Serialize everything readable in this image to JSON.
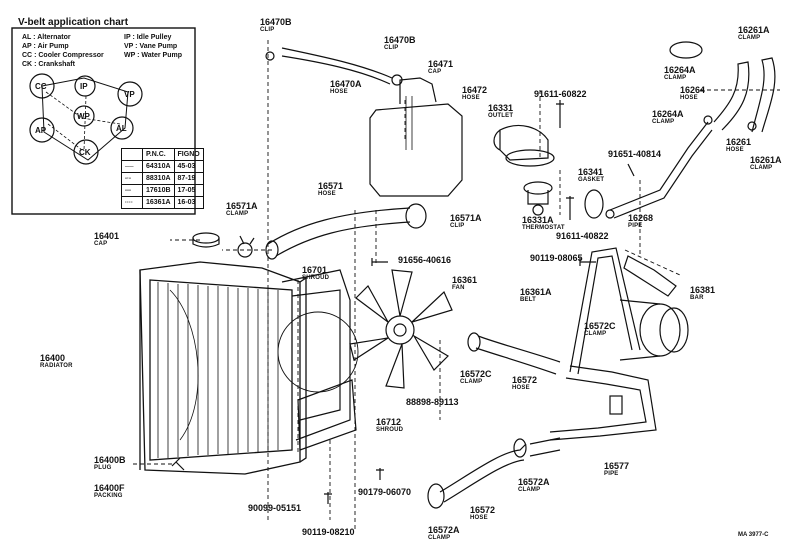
{
  "vbelt_chart": {
    "title": "V-belt application chart",
    "legend": [
      {
        "code": "AL",
        "text": "Alternator"
      },
      {
        "code": "AP",
        "text": "Air Pump"
      },
      {
        "code": "CC",
        "text": "Cooler Compressor"
      },
      {
        "code": "CK",
        "text": "Crankshaft"
      },
      {
        "code": "IP",
        "text": "Idle Pulley"
      },
      {
        "code": "VP",
        "text": "Vane Pump"
      },
      {
        "code": "WP",
        "text": "Water Pump"
      }
    ],
    "pulleys": [
      "CC",
      "IP",
      "VP",
      "AP",
      "WP",
      "AL",
      "CK"
    ],
    "table": {
      "headers": [
        "P.N.C.",
        "FIGNO"
      ],
      "rows": [
        {
          "pattern": "──",
          "pnc": "64310A",
          "fig": "45-03"
        },
        {
          "pattern": "-·-",
          "pnc": "88310A",
          "fig": "87-19"
        },
        {
          "pattern": "---",
          "pnc": "17610B",
          "fig": "17-05"
        },
        {
          "pattern": "····",
          "pnc": "16361A",
          "fig": "16-03"
        }
      ]
    }
  },
  "labels": {
    "l16470b_a": {
      "pn": "16470B",
      "name": "CLIP"
    },
    "l16470b_b": {
      "pn": "16470B",
      "name": "CLIP"
    },
    "l16470a": {
      "pn": "16470A",
      "name": "HOSE"
    },
    "l16471": {
      "pn": "16471",
      "name": "CAP"
    },
    "l16472": {
      "pn": "16472",
      "name": "HOSE"
    },
    "l91611_60822": {
      "pn": "91611-60822",
      "name": ""
    },
    "l16331": {
      "pn": "16331",
      "name": "OUTLET"
    },
    "l16341": {
      "pn": "16341",
      "name": "GASKET"
    },
    "l16331a": {
      "pn": "16331A",
      "name": "THERMOSTAT"
    },
    "l91611_40822": {
      "pn": "91611-40822",
      "name": ""
    },
    "l16261a_top": {
      "pn": "16261A",
      "name": "CLAMP"
    },
    "l16264a_top": {
      "pn": "16264A",
      "name": "CLAMP"
    },
    "l16264": {
      "pn": "16264",
      "name": "HOSE"
    },
    "l16264a_low": {
      "pn": "16264A",
      "name": "CLAMP"
    },
    "l16261": {
      "pn": "16261",
      "name": "HOSE"
    },
    "l16261a_low": {
      "pn": "16261A",
      "name": "CLAMP"
    },
    "l91651_40814": {
      "pn": "91651-40814",
      "name": ""
    },
    "l16268": {
      "pn": "16268",
      "name": "PIPE"
    },
    "l16571": {
      "pn": "16571",
      "name": "HOSE"
    },
    "l16571a_left": {
      "pn": "16571A",
      "name": "CLAMP"
    },
    "l16571a_right": {
      "pn": "16571A",
      "name": "CLIP"
    },
    "l16401": {
      "pn": "16401",
      "name": "CAP"
    },
    "l16701": {
      "pn": "16701",
      "name": "SHROUD"
    },
    "l91656": {
      "pn": "91656-40616",
      "name": ""
    },
    "l16361": {
      "pn": "16361",
      "name": "FAN"
    },
    "l90119_08065": {
      "pn": "90119-08065",
      "name": ""
    },
    "l16361a": {
      "pn": "16361A",
      "name": "BELT"
    },
    "l16381": {
      "pn": "16381",
      "name": "BAR"
    },
    "l16400": {
      "pn": "16400",
      "name": "RADIATOR"
    },
    "l16572c_top": {
      "pn": "16572C",
      "name": "CLAMP"
    },
    "l16572c_left": {
      "pn": "16572C",
      "name": "CLAMP"
    },
    "l16572_mid": {
      "pn": "16572",
      "name": "HOSE"
    },
    "l88898": {
      "pn": "88898-89113",
      "name": ""
    },
    "l16712": {
      "pn": "16712",
      "name": "SHROUD"
    },
    "l16400b": {
      "pn": "16400B",
      "name": "PLUG"
    },
    "l16400f": {
      "pn": "16400F",
      "name": "PACKING"
    },
    "l90179": {
      "pn": "90179-06070",
      "name": ""
    },
    "l16572a_mid": {
      "pn": "16572A",
      "name": "CLAMP"
    },
    "l16577": {
      "pn": "16577",
      "name": "PIPE"
    },
    "l90099": {
      "pn": "90099-05151",
      "name": ""
    },
    "l16572_low": {
      "pn": "16572",
      "name": "HOSE"
    },
    "l90119_08210": {
      "pn": "90119-08210",
      "name": ""
    },
    "l16572a_low": {
      "pn": "16572A",
      "name": "CLAMP"
    }
  },
  "reference": "MA 3977-C"
}
